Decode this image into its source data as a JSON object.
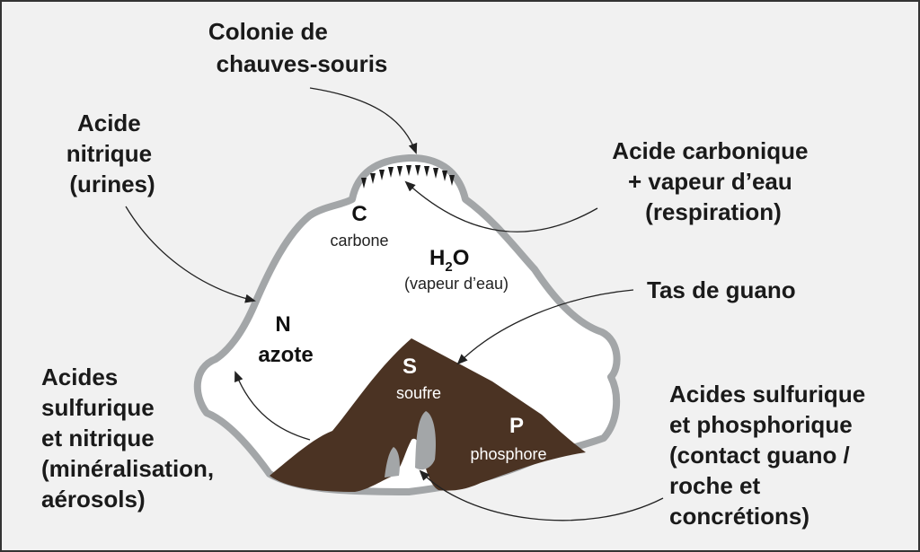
{
  "colors": {
    "background": "#f1f1f1",
    "frame": "#333333",
    "cave_fill": "#ffffff",
    "cave_rim": "#a3a6a8",
    "guano": "#4b3323",
    "bats": "#1a1a1a"
  },
  "labels": {
    "bats": [
      "Colonie de",
      "chauves-souris"
    ],
    "nitric": [
      "Acide",
      "nitrique",
      "(urines)"
    ],
    "carbonic": [
      "Acide carbonique",
      "+ vapeur d’eau",
      "(respiration)"
    ],
    "guano_pile": [
      "Tas de guano"
    ],
    "sulfuric_nitric": [
      "Acides",
      "sulfurique",
      "et nitrique",
      "(minéralisation,",
      "aérosols)"
    ],
    "sulfuric_phosphoric": [
      "Acides sulfurique",
      "et phosphorique",
      "(contact guano /",
      "roche et",
      "concrétions)"
    ]
  },
  "elements": {
    "carbon_symbol": "C",
    "carbon_name": "carbone",
    "water_symbol_h": "H",
    "water_symbol_sub": "2",
    "water_symbol_o": "O",
    "water_name": "(vapeur d’eau)",
    "nitrogen_symbol": "N",
    "nitrogen_name": "azote",
    "sulfur_symbol": "S",
    "sulfur_name": "soufre",
    "phosphorus_symbol": "P",
    "phosphorus_name": "phosphore"
  }
}
